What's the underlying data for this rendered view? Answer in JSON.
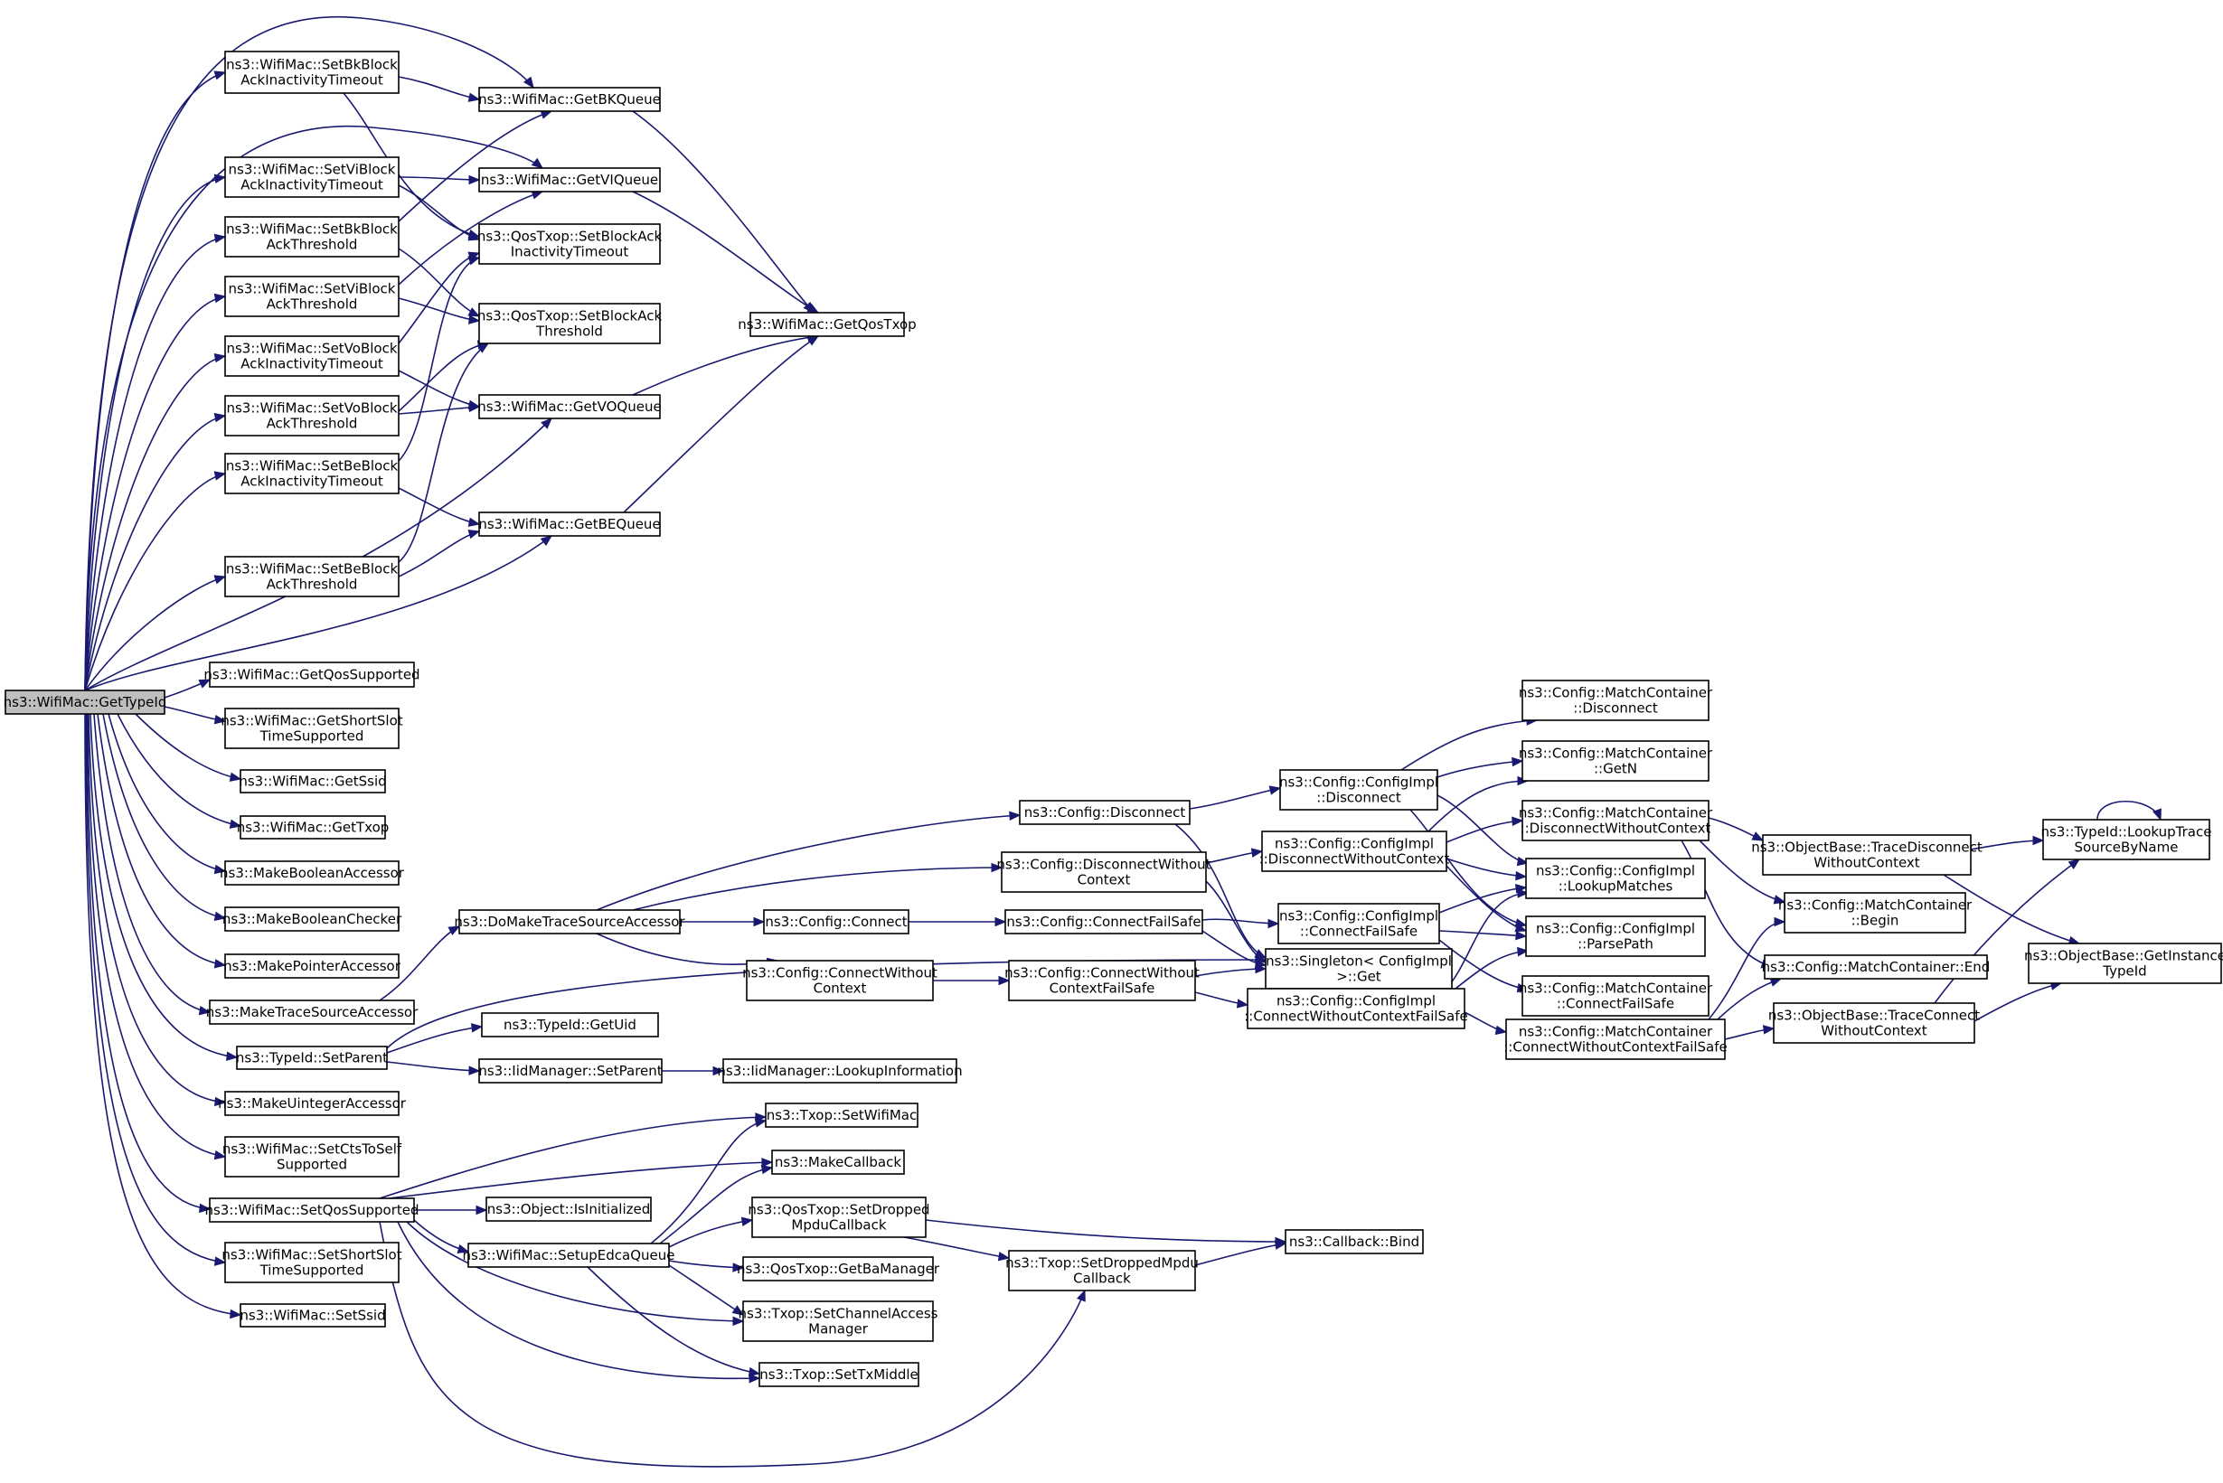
{
  "diagram": {
    "nodes": [
      {
        "id": "root",
        "lines": [
          "ns3::WifiMac::GetTypeId"
        ],
        "root": true
      },
      {
        "id": "setBkInact",
        "lines": [
          "ns3::WifiMac::SetBkBlock",
          "AckInactivityTimeout"
        ]
      },
      {
        "id": "setViInact",
        "lines": [
          "ns3::WifiMac::SetViBlock",
          "AckInactivityTimeout"
        ]
      },
      {
        "id": "setBkThr",
        "lines": [
          "ns3::WifiMac::SetBkBlock",
          "AckThreshold"
        ]
      },
      {
        "id": "setViThr",
        "lines": [
          "ns3::WifiMac::SetViBlock",
          "AckThreshold"
        ]
      },
      {
        "id": "setVoInact",
        "lines": [
          "ns3::WifiMac::SetVoBlock",
          "AckInactivityTimeout"
        ]
      },
      {
        "id": "setVoThr",
        "lines": [
          "ns3::WifiMac::SetVoBlock",
          "AckThreshold"
        ]
      },
      {
        "id": "setBeInact",
        "lines": [
          "ns3::WifiMac::SetBeBlock",
          "AckInactivityTimeout"
        ]
      },
      {
        "id": "setBeThr",
        "lines": [
          "ns3::WifiMac::SetBeBlock",
          "AckThreshold"
        ]
      },
      {
        "id": "getQosSupported",
        "lines": [
          "ns3::WifiMac::GetQosSupported"
        ]
      },
      {
        "id": "getShortSlot",
        "lines": [
          "ns3::WifiMac::GetShortSlot",
          "TimeSupported"
        ]
      },
      {
        "id": "getSsid",
        "lines": [
          "ns3::WifiMac::GetSsid"
        ]
      },
      {
        "id": "getTxop",
        "lines": [
          "ns3::WifiMac::GetTxop"
        ]
      },
      {
        "id": "makeBoolAcc",
        "lines": [
          "ns3::MakeBooleanAccessor"
        ]
      },
      {
        "id": "makeBoolChk",
        "lines": [
          "ns3::MakeBooleanChecker"
        ]
      },
      {
        "id": "makePtrAcc",
        "lines": [
          "ns3::MakePointerAccessor"
        ]
      },
      {
        "id": "makeTraceAcc",
        "lines": [
          "ns3::MakeTraceSourceAccessor"
        ]
      },
      {
        "id": "typeIdSetParent",
        "lines": [
          "ns3::TypeId::SetParent"
        ]
      },
      {
        "id": "makeUintAcc",
        "lines": [
          "ns3::MakeUintegerAccessor"
        ]
      },
      {
        "id": "setCtsToSelf",
        "lines": [
          "ns3::WifiMac::SetCtsToSelf",
          "Supported"
        ]
      },
      {
        "id": "setQosSupported",
        "lines": [
          "ns3::WifiMac::SetQosSupported"
        ]
      },
      {
        "id": "setShortSlot",
        "lines": [
          "ns3::WifiMac::SetShortSlot",
          "TimeSupported"
        ]
      },
      {
        "id": "setSsid",
        "lines": [
          "ns3::WifiMac::SetSsid"
        ]
      },
      {
        "id": "getBK",
        "lines": [
          "ns3::WifiMac::GetBKQueue"
        ]
      },
      {
        "id": "getVI",
        "lines": [
          "ns3::WifiMac::GetVIQueue"
        ]
      },
      {
        "id": "qosSetInact",
        "lines": [
          "ns3::QosTxop::SetBlockAck",
          "InactivityTimeout"
        ]
      },
      {
        "id": "qosSetThr",
        "lines": [
          "ns3::QosTxop::SetBlockAck",
          "Threshold"
        ]
      },
      {
        "id": "getVO",
        "lines": [
          "ns3::WifiMac::GetVOQueue"
        ]
      },
      {
        "id": "getBE",
        "lines": [
          "ns3::WifiMac::GetBEQueue"
        ]
      },
      {
        "id": "getQosTxop",
        "lines": [
          "ns3::WifiMac::GetQosTxop"
        ]
      },
      {
        "id": "doMakeTrace",
        "lines": [
          "ns3::DoMakeTraceSourceAccessor"
        ]
      },
      {
        "id": "typeIdGetUid",
        "lines": [
          "ns3::TypeId::GetUid"
        ]
      },
      {
        "id": "iidSetParent",
        "lines": [
          "ns3::IidManager::SetParent"
        ]
      },
      {
        "id": "iidLookup",
        "lines": [
          "ns3::IidManager::LookupInformation"
        ]
      },
      {
        "id": "cfgDisconnect",
        "lines": [
          "ns3::Config::Disconnect"
        ]
      },
      {
        "id": "cfgDisconnectWo",
        "lines": [
          "ns3::Config::DisconnectWithout",
          "Context"
        ]
      },
      {
        "id": "cfgConnect",
        "lines": [
          "ns3::Config::Connect"
        ]
      },
      {
        "id": "cfgConnectWo",
        "lines": [
          "ns3::Config::ConnectWithout",
          "Context"
        ]
      },
      {
        "id": "cfgConnectFS",
        "lines": [
          "ns3::Config::ConnectFailSafe"
        ]
      },
      {
        "id": "cfgConnectWoFS",
        "lines": [
          "ns3::Config::ConnectWithout",
          "ContextFailSafe"
        ]
      },
      {
        "id": "implDisconnect",
        "lines": [
          "ns3::Config::ConfigImpl",
          "::Disconnect"
        ]
      },
      {
        "id": "implDisconnectWo",
        "lines": [
          "ns3::Config::ConfigImpl",
          "::DisconnectWithoutContext"
        ]
      },
      {
        "id": "implConnectFS",
        "lines": [
          "ns3::Config::ConfigImpl",
          "::ConnectFailSafe"
        ]
      },
      {
        "id": "singletonGet",
        "lines": [
          "ns3::Singleton< ConfigImpl",
          ">::Get"
        ]
      },
      {
        "id": "implConnectWoFS",
        "lines": [
          "ns3::Config::ConfigImpl",
          "::ConnectWithoutContextFailSafe"
        ]
      },
      {
        "id": "mcDisconnect",
        "lines": [
          "ns3::Config::MatchContainer",
          "::Disconnect"
        ]
      },
      {
        "id": "mcGetN",
        "lines": [
          "ns3::Config::MatchContainer",
          "::GetN"
        ]
      },
      {
        "id": "mcDisconnectWo",
        "lines": [
          "ns3::Config::MatchContainer",
          "::DisconnectWithoutContext"
        ]
      },
      {
        "id": "implLookup",
        "lines": [
          "ns3::Config::ConfigImpl",
          "::LookupMatches"
        ]
      },
      {
        "id": "implParse",
        "lines": [
          "ns3::Config::ConfigImpl",
          "::ParsePath"
        ]
      },
      {
        "id": "mcConnectFS",
        "lines": [
          "ns3::Config::MatchContainer",
          "::ConnectFailSafe"
        ]
      },
      {
        "id": "mcConnectWoFS",
        "lines": [
          "ns3::Config::MatchContainer",
          "::ConnectWithoutContextFailSafe"
        ]
      },
      {
        "id": "obTraceDisc",
        "lines": [
          "ns3::ObjectBase::TraceDisconnect",
          "WithoutContext"
        ]
      },
      {
        "id": "mcBegin",
        "lines": [
          "ns3::Config::MatchContainer",
          "::Begin"
        ]
      },
      {
        "id": "mcEnd",
        "lines": [
          "ns3::Config::MatchContainer::End"
        ]
      },
      {
        "id": "obTraceConn",
        "lines": [
          "ns3::ObjectBase::TraceConnect",
          "WithoutContext"
        ]
      },
      {
        "id": "lookupTrace",
        "lines": [
          "ns3::TypeId::LookupTrace",
          "SourceByName"
        ]
      },
      {
        "id": "getInstTypeId",
        "lines": [
          "ns3::ObjectBase::GetInstance",
          "TypeId"
        ]
      },
      {
        "id": "txopSetWifiMac",
        "lines": [
          "ns3::Txop::SetWifiMac"
        ]
      },
      {
        "id": "makeCallback",
        "lines": [
          "ns3::MakeCallback"
        ]
      },
      {
        "id": "objIsInit",
        "lines": [
          "ns3::Object::IsInitialized"
        ]
      },
      {
        "id": "setupEdca",
        "lines": [
          "ns3::WifiMac::SetupEdcaQueue"
        ]
      },
      {
        "id": "qosSetDropped",
        "lines": [
          "ns3::QosTxop::SetDropped",
          "MpduCallback"
        ]
      },
      {
        "id": "qosGetBa",
        "lines": [
          "ns3::QosTxop::GetBaManager"
        ]
      },
      {
        "id": "txopSetChan",
        "lines": [
          "ns3::Txop::SetChannelAccess",
          "Manager"
        ]
      },
      {
        "id": "txopSetTxMiddle",
        "lines": [
          "ns3::Txop::SetTxMiddle"
        ]
      },
      {
        "id": "txopSetDropped",
        "lines": [
          "ns3::Txop::SetDroppedMpdu",
          "Callback"
        ]
      },
      {
        "id": "callbackBind",
        "lines": [
          "ns3::Callback::Bind"
        ]
      }
    ]
  }
}
